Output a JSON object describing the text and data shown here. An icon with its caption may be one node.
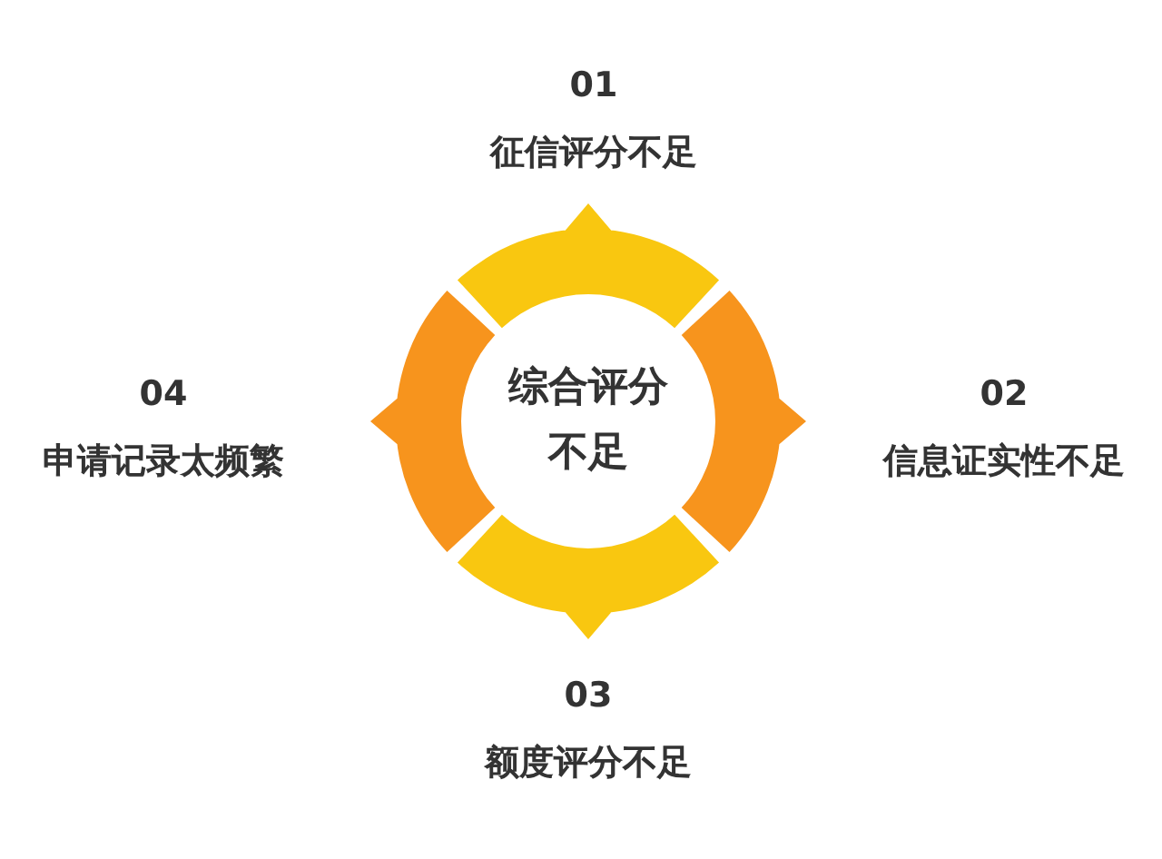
{
  "diagram": {
    "nodes": [
      {
        "text": [
          "综合评分不足"
        ]
      }
    ],
    "labels": [
      "01",
      "征信评分不足",
      "04",
      "申请记录太频繁",
      "02",
      "信息证实性不足",
      "03",
      "额度评分不足"
    ]
  }
}
